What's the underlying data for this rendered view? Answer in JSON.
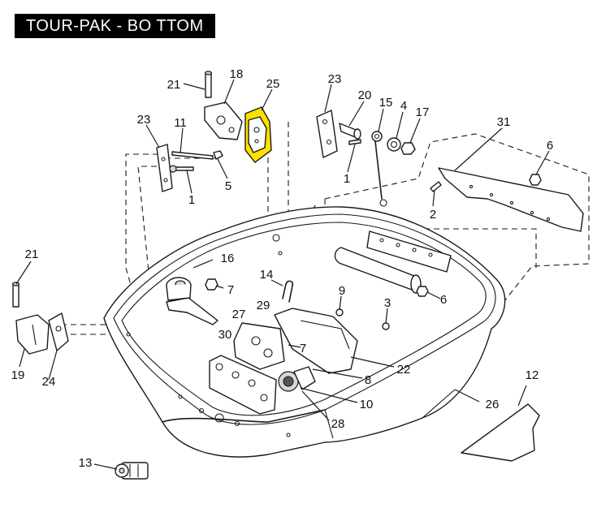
{
  "title": "TOUR-PAK - BO TTOM",
  "highlight_color": "#ffe000",
  "callouts": [
    {
      "id": "c21a",
      "label": "21"
    },
    {
      "id": "c18",
      "label": "18"
    },
    {
      "id": "c25",
      "label": "25"
    },
    {
      "id": "c23a",
      "label": "23"
    },
    {
      "id": "c20",
      "label": "20"
    },
    {
      "id": "c15",
      "label": "15"
    },
    {
      "id": "c4",
      "label": "4"
    },
    {
      "id": "c17",
      "label": "17"
    },
    {
      "id": "c23b",
      "label": "23"
    },
    {
      "id": "c11",
      "label": "11"
    },
    {
      "id": "c5",
      "label": "5"
    },
    {
      "id": "c1a",
      "label": "1"
    },
    {
      "id": "c1b",
      "label": "1"
    },
    {
      "id": "c31",
      "label": "31"
    },
    {
      "id": "c6a",
      "label": "6"
    },
    {
      "id": "c2",
      "label": "2"
    },
    {
      "id": "c21b",
      "label": "21"
    },
    {
      "id": "c16",
      "label": "16"
    },
    {
      "id": "c14",
      "label": "14"
    },
    {
      "id": "c7a",
      "label": "7"
    },
    {
      "id": "c9",
      "label": "9"
    },
    {
      "id": "c6b",
      "label": "6"
    },
    {
      "id": "c3",
      "label": "3"
    },
    {
      "id": "c27",
      "label": "27"
    },
    {
      "id": "c29",
      "label": "29"
    },
    {
      "id": "c30",
      "label": "30"
    },
    {
      "id": "c7b",
      "label": "7"
    },
    {
      "id": "c22",
      "label": "22"
    },
    {
      "id": "c8",
      "label": "8"
    },
    {
      "id": "c19",
      "label": "19"
    },
    {
      "id": "c24",
      "label": "24"
    },
    {
      "id": "c10",
      "label": "10"
    },
    {
      "id": "c12",
      "label": "12"
    },
    {
      "id": "c26",
      "label": "26"
    },
    {
      "id": "c28",
      "label": "28"
    },
    {
      "id": "c13",
      "label": "13"
    }
  ]
}
